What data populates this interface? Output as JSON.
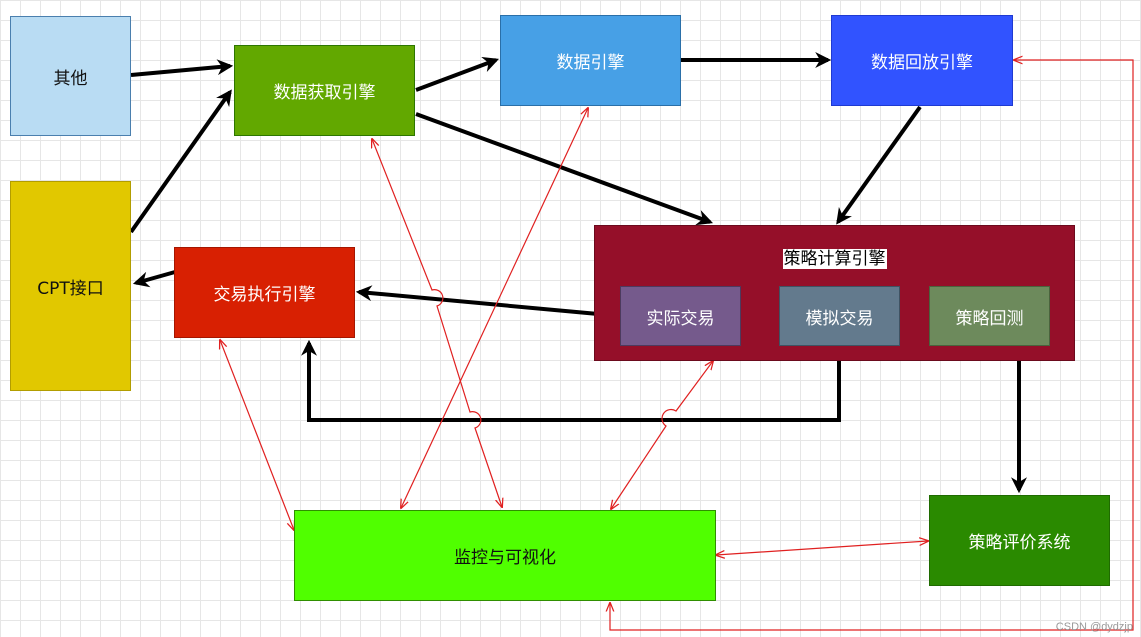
{
  "diagram": {
    "nodes": {
      "other": {
        "label": "其他",
        "fill": "#b9dcf3",
        "stroke": "#4a7fae"
      },
      "cpt": {
        "label": "CPT接口",
        "fill": "#e1c800",
        "stroke": "#b29d00"
      },
      "data_fetch": {
        "label": "数据获取引擎",
        "fill": "#62a800",
        "stroke": "#2d7600"
      },
      "data_engine": {
        "label": "数据引擎",
        "fill": "#47a0e6",
        "stroke": "#2a6fa8"
      },
      "data_replay": {
        "label": "数据回放引擎",
        "fill": "#3153ff",
        "stroke": "#1f3ad1"
      },
      "trade_exec": {
        "label": "交易执行引擎",
        "fill": "#d82002",
        "stroke": "#a51600"
      },
      "strategy_calc": {
        "label": "策略计算引擎",
        "fill": "#950f29",
        "stroke": "#6b0a1d",
        "children": {
          "real_trade": {
            "label": "实际交易",
            "fill": "#755a8c",
            "stroke": "#4d3a5e"
          },
          "sim_trade": {
            "label": "模拟交易",
            "fill": "#637a8d",
            "stroke": "#3f5363"
          },
          "backtest": {
            "label": "策略回测",
            "fill": "#6d8a5c",
            "stroke": "#4a633d"
          }
        }
      },
      "monitor": {
        "label": "监控与可视化",
        "fill": "#50ff00",
        "stroke": "#2f8f00"
      },
      "evaluation": {
        "label": "策略评价系统",
        "fill": "#2a8a00",
        "stroke": "#1f6b00"
      }
    },
    "edge_colors": {
      "flow": "#000000",
      "monitor_link": "#e02020"
    },
    "watermark": "CSDN @dydzjp"
  }
}
